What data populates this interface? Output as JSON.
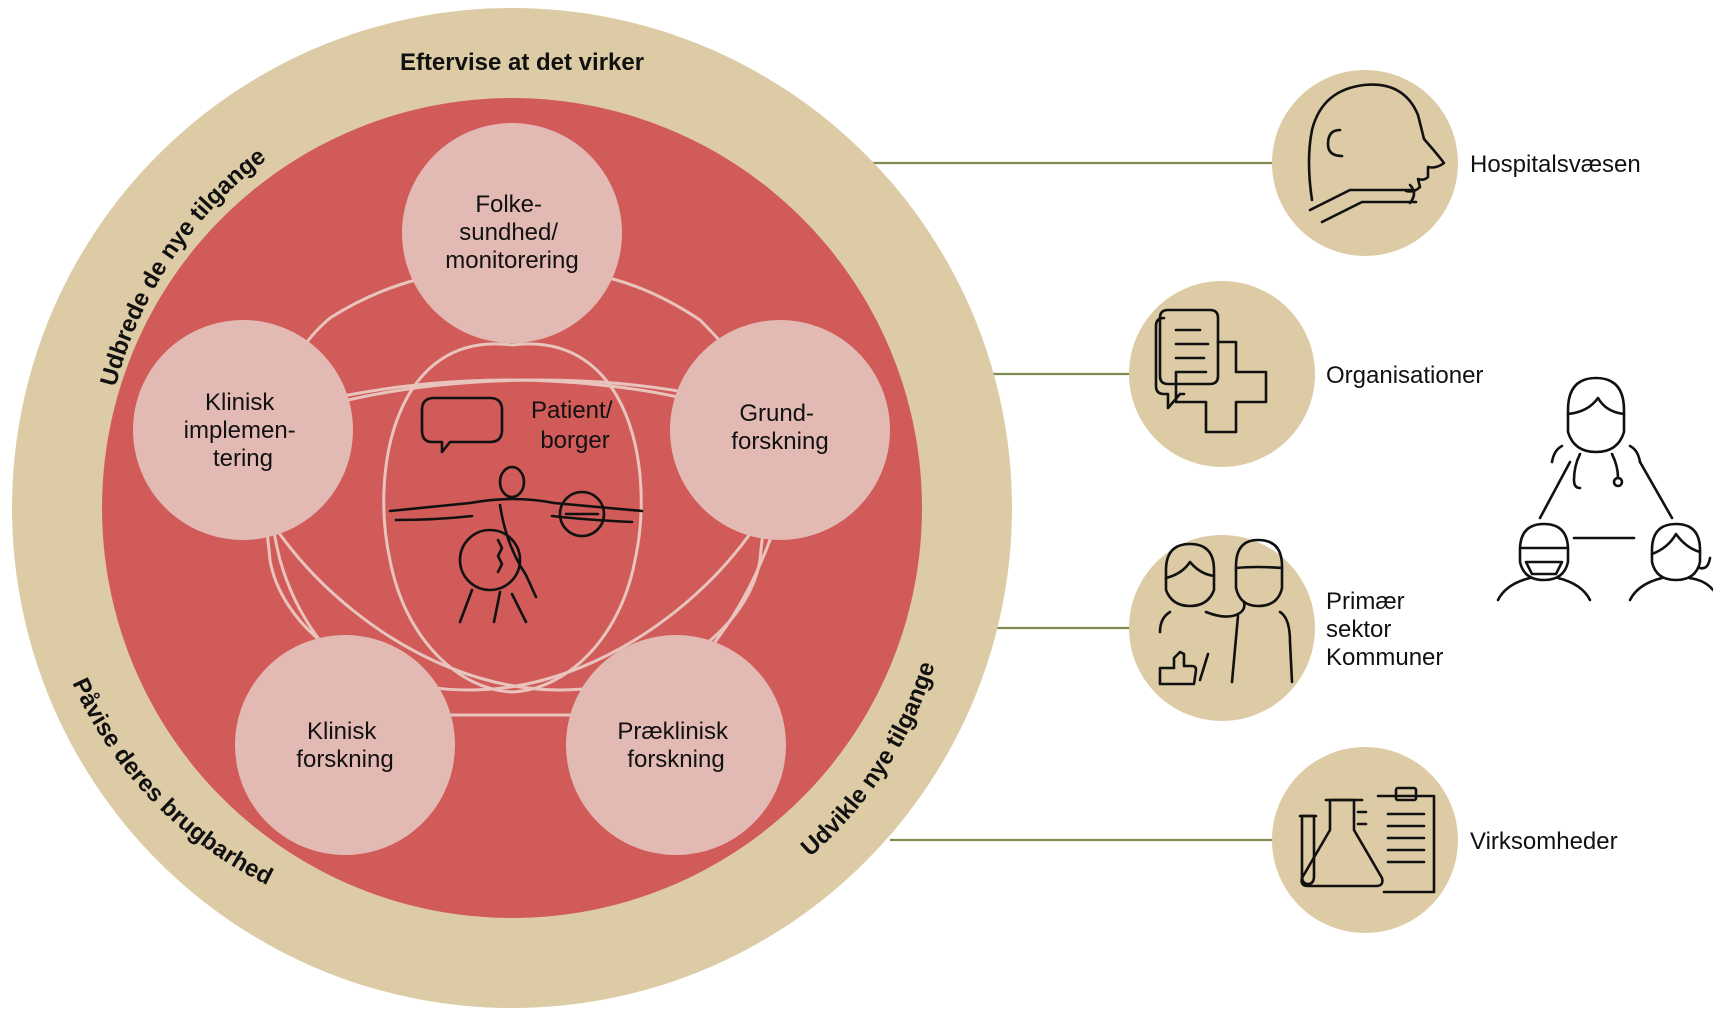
{
  "diagram": {
    "ring_labels": {
      "top": "Eftervise at det virker",
      "upper_left": "Udbrede de nye tilgange",
      "lower_left": "Påvise deres brugbarhed",
      "lower_right": "Udvikle nye tilgange"
    },
    "center": {
      "label_lines": [
        "Patient/",
        "borger"
      ]
    },
    "nodes": [
      {
        "id": "folkesundhed",
        "lines": [
          "Folke-",
          "sundhed/",
          "monitorering"
        ]
      },
      {
        "id": "grundforskning",
        "lines": [
          "Grund-",
          "forskning"
        ]
      },
      {
        "id": "praeklinisk",
        "lines": [
          "Præklinisk",
          "forskning"
        ]
      },
      {
        "id": "klinisk-forskning",
        "lines": [
          "Klinisk",
          "forskning"
        ]
      },
      {
        "id": "klinisk-implementering",
        "lines": [
          "Klinisk",
          "implemen-",
          "tering"
        ]
      }
    ],
    "sectors": [
      {
        "id": "hospital",
        "icon": "patient-intubation-icon",
        "lines": [
          "Hospitalsvæsen"
        ]
      },
      {
        "id": "organisationer",
        "icon": "chat-cross-icon",
        "lines": [
          "Organisationer"
        ]
      },
      {
        "id": "primaer",
        "icon": "people-thumbs-up-icon",
        "lines": [
          "Primær",
          "sektor",
          "Kommuner"
        ]
      },
      {
        "id": "virksomheder",
        "icon": "lab-clipboard-icon",
        "lines": [
          "Virksomheder"
        ]
      }
    ],
    "team_icon": "care-team-icon",
    "colors": {
      "outer_ring": "#dccba4",
      "inner_disc": "#d15b59",
      "node_fill": "#e3b9b3",
      "connector": "#7f8a4e",
      "text": "#111111"
    }
  }
}
